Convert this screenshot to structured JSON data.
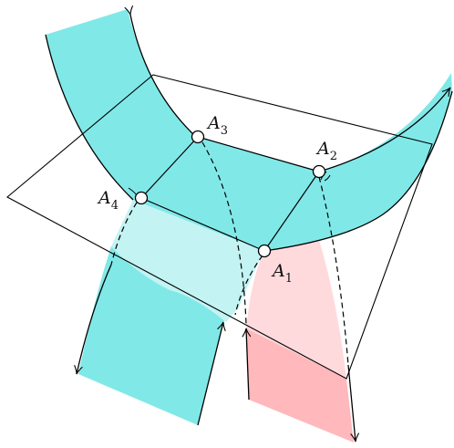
{
  "figure": {
    "colors": {
      "band": "#81e8e8",
      "band_light": "#c3f3f3",
      "pink": "#ffb8bb",
      "pink_light": "#ffdadd",
      "stroke": "#000000",
      "point_fill": "#ffffff"
    },
    "points": [
      {
        "letter": "A",
        "index": "1"
      },
      {
        "letter": "A",
        "index": "2"
      },
      {
        "letter": "A",
        "index": "3"
      },
      {
        "letter": "A",
        "index": "4"
      }
    ]
  }
}
